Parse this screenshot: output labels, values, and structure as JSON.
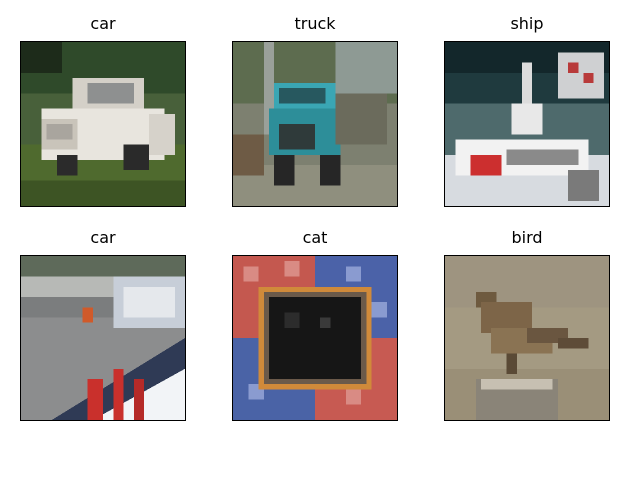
{
  "grid": {
    "panels": [
      {
        "title": "car"
      },
      {
        "title": "truck"
      },
      {
        "title": "ship"
      },
      {
        "title": "car"
      },
      {
        "title": "cat"
      },
      {
        "title": "bird"
      }
    ]
  }
}
